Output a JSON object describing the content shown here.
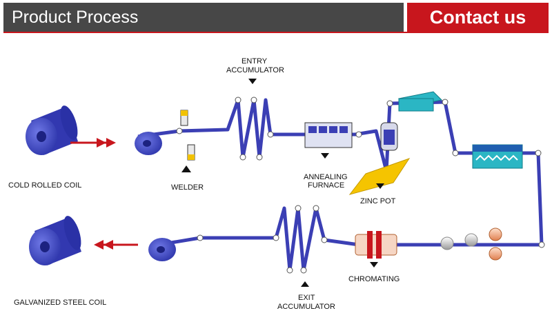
{
  "header": {
    "title": "Product Process",
    "contact_label": "Contact us"
  },
  "diagram": {
    "labels": {
      "cold_rolled_coil": "COLD ROLLED COIL",
      "welder": "WELDER",
      "entry_accumulator_1": "ENTRY",
      "entry_accumulator_2": "ACCUMULATOR",
      "annealing_furnace_1": "ANNEALING",
      "annealing_furnace_2": "FURNACE",
      "zinc_pot": "ZINC POT",
      "chromating": "CHROMATING",
      "exit_accumulator_1": "EXIT",
      "exit_accumulator_2": "ACCUMULATOR",
      "galvanized_steel_coil": "GALVANIZED STEEL COIL"
    },
    "colors": {
      "strip": "#3b3fb4",
      "coil": "#3a44c8",
      "arrow": "#c8161d",
      "zinc": "#f5c400",
      "cooler": "#2bb6c4"
    }
  }
}
